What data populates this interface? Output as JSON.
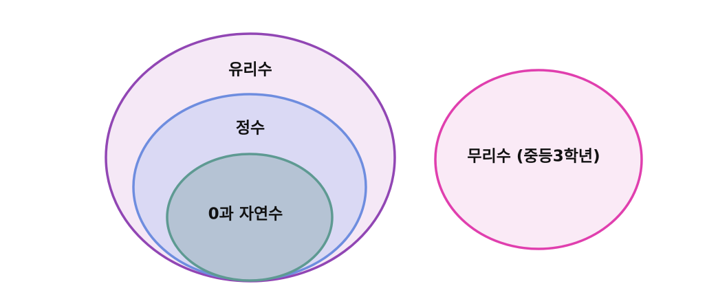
{
  "sets": {
    "rational": {
      "label": "유리수",
      "fill": "#f5e8f6",
      "stroke": "#9146b4"
    },
    "integer": {
      "label": "정수",
      "fill": "#dad9f4",
      "stroke": "#6e8ddf"
    },
    "natural_and_zero": {
      "label": "0과 자연수",
      "fill": "#b5c3d4",
      "stroke": "#5e9a92"
    },
    "irrational": {
      "label": "무리수 (중등3학년)",
      "fill": "#faeaf6",
      "stroke": "#e03fae"
    }
  }
}
